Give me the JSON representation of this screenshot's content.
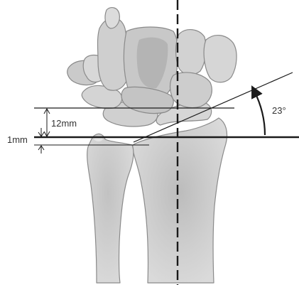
{
  "labels": {
    "height_label": "12mm",
    "gap_label": "1mm",
    "angle_label": "23°"
  },
  "colors": {
    "bone_fill": "#d3d3d3",
    "bone_shade": "#bdbdbd",
    "bone_light": "#e6e6e6",
    "bone_outline": "#8a8a8a",
    "line": "#1a1a1a",
    "background": "#ffffff"
  }
}
